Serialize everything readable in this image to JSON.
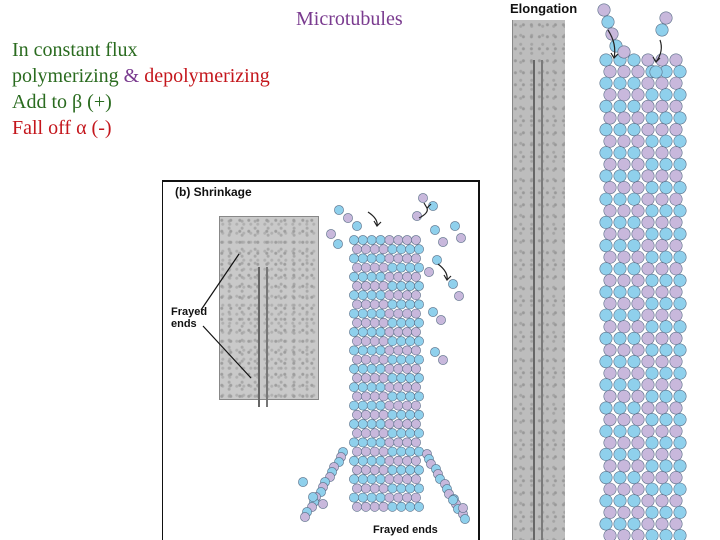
{
  "slide": {
    "title": "Microtubules",
    "lines": [
      {
        "text": "In constant flux"
      },
      {
        "parts": [
          {
            "text": "polymerizing ",
            "color": "green"
          },
          {
            "text": "& ",
            "color": "purple"
          },
          {
            "text": "depolymerizing",
            "color": "red"
          }
        ]
      },
      {
        "text": "Add to β (+)"
      },
      {
        "text": "Fall off α (-)"
      }
    ]
  },
  "figure_b": {
    "label": "(b) Shrinkage",
    "frayed_label_line1": "Frayed",
    "frayed_label_line2": "ends",
    "bottom_label": "Frayed ends"
  },
  "figure_right": {
    "label": "Elongation"
  },
  "colors": {
    "alpha_subunit": "#c8b8dc",
    "beta_subunit": "#8fd0ec"
  }
}
